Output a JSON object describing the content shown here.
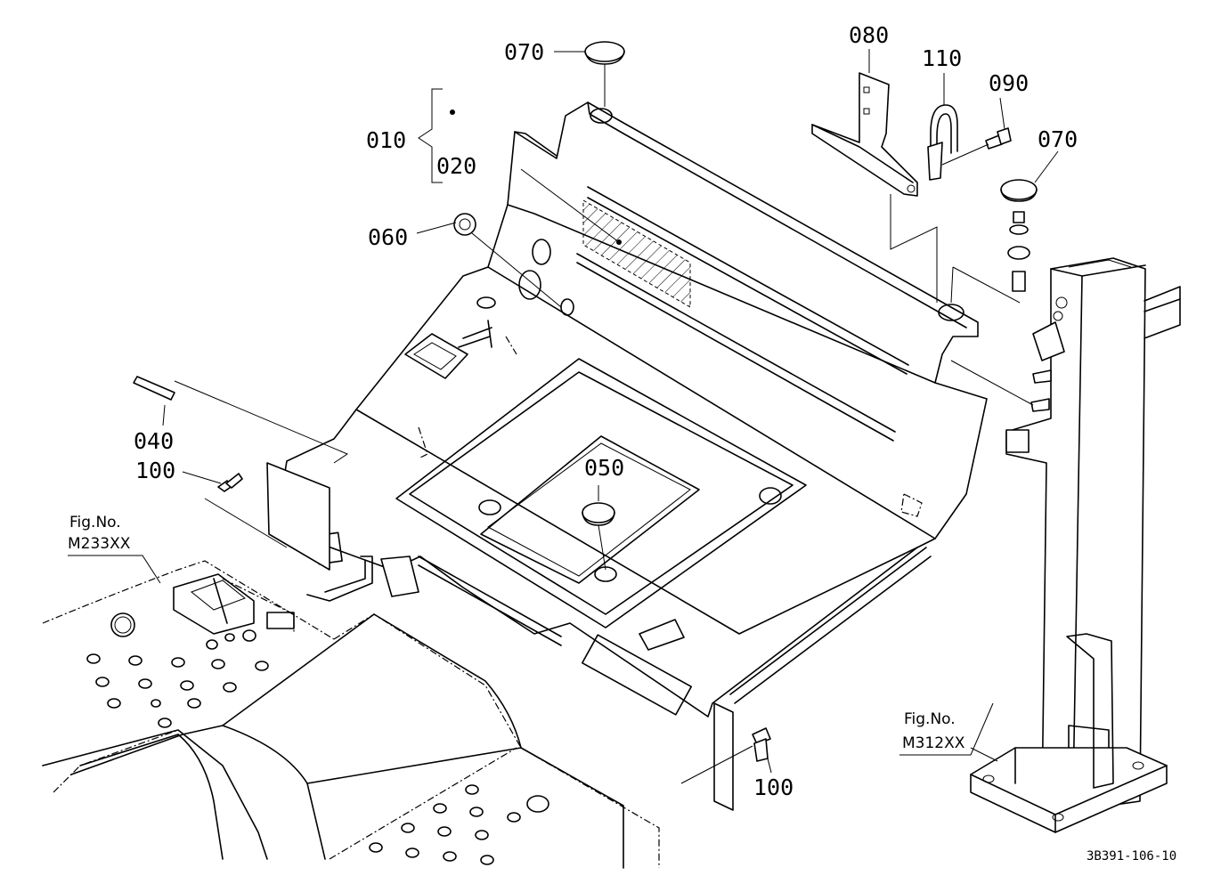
{
  "labels": {
    "p010": "010",
    "p020": "020",
    "p040": "040",
    "p050": "050",
    "p060": "060",
    "p070a": "070",
    "p070b": "070",
    "p080": "080",
    "p090": "090",
    "p100a": "100",
    "p100b": "100",
    "p110": "110"
  },
  "figure_refs": {
    "left": {
      "line1": "Fig.No.",
      "line2": "M233XX"
    },
    "right": {
      "line1": "Fig.No.",
      "line2": "M312XX"
    }
  },
  "diagram_code": "3B391-106-10"
}
